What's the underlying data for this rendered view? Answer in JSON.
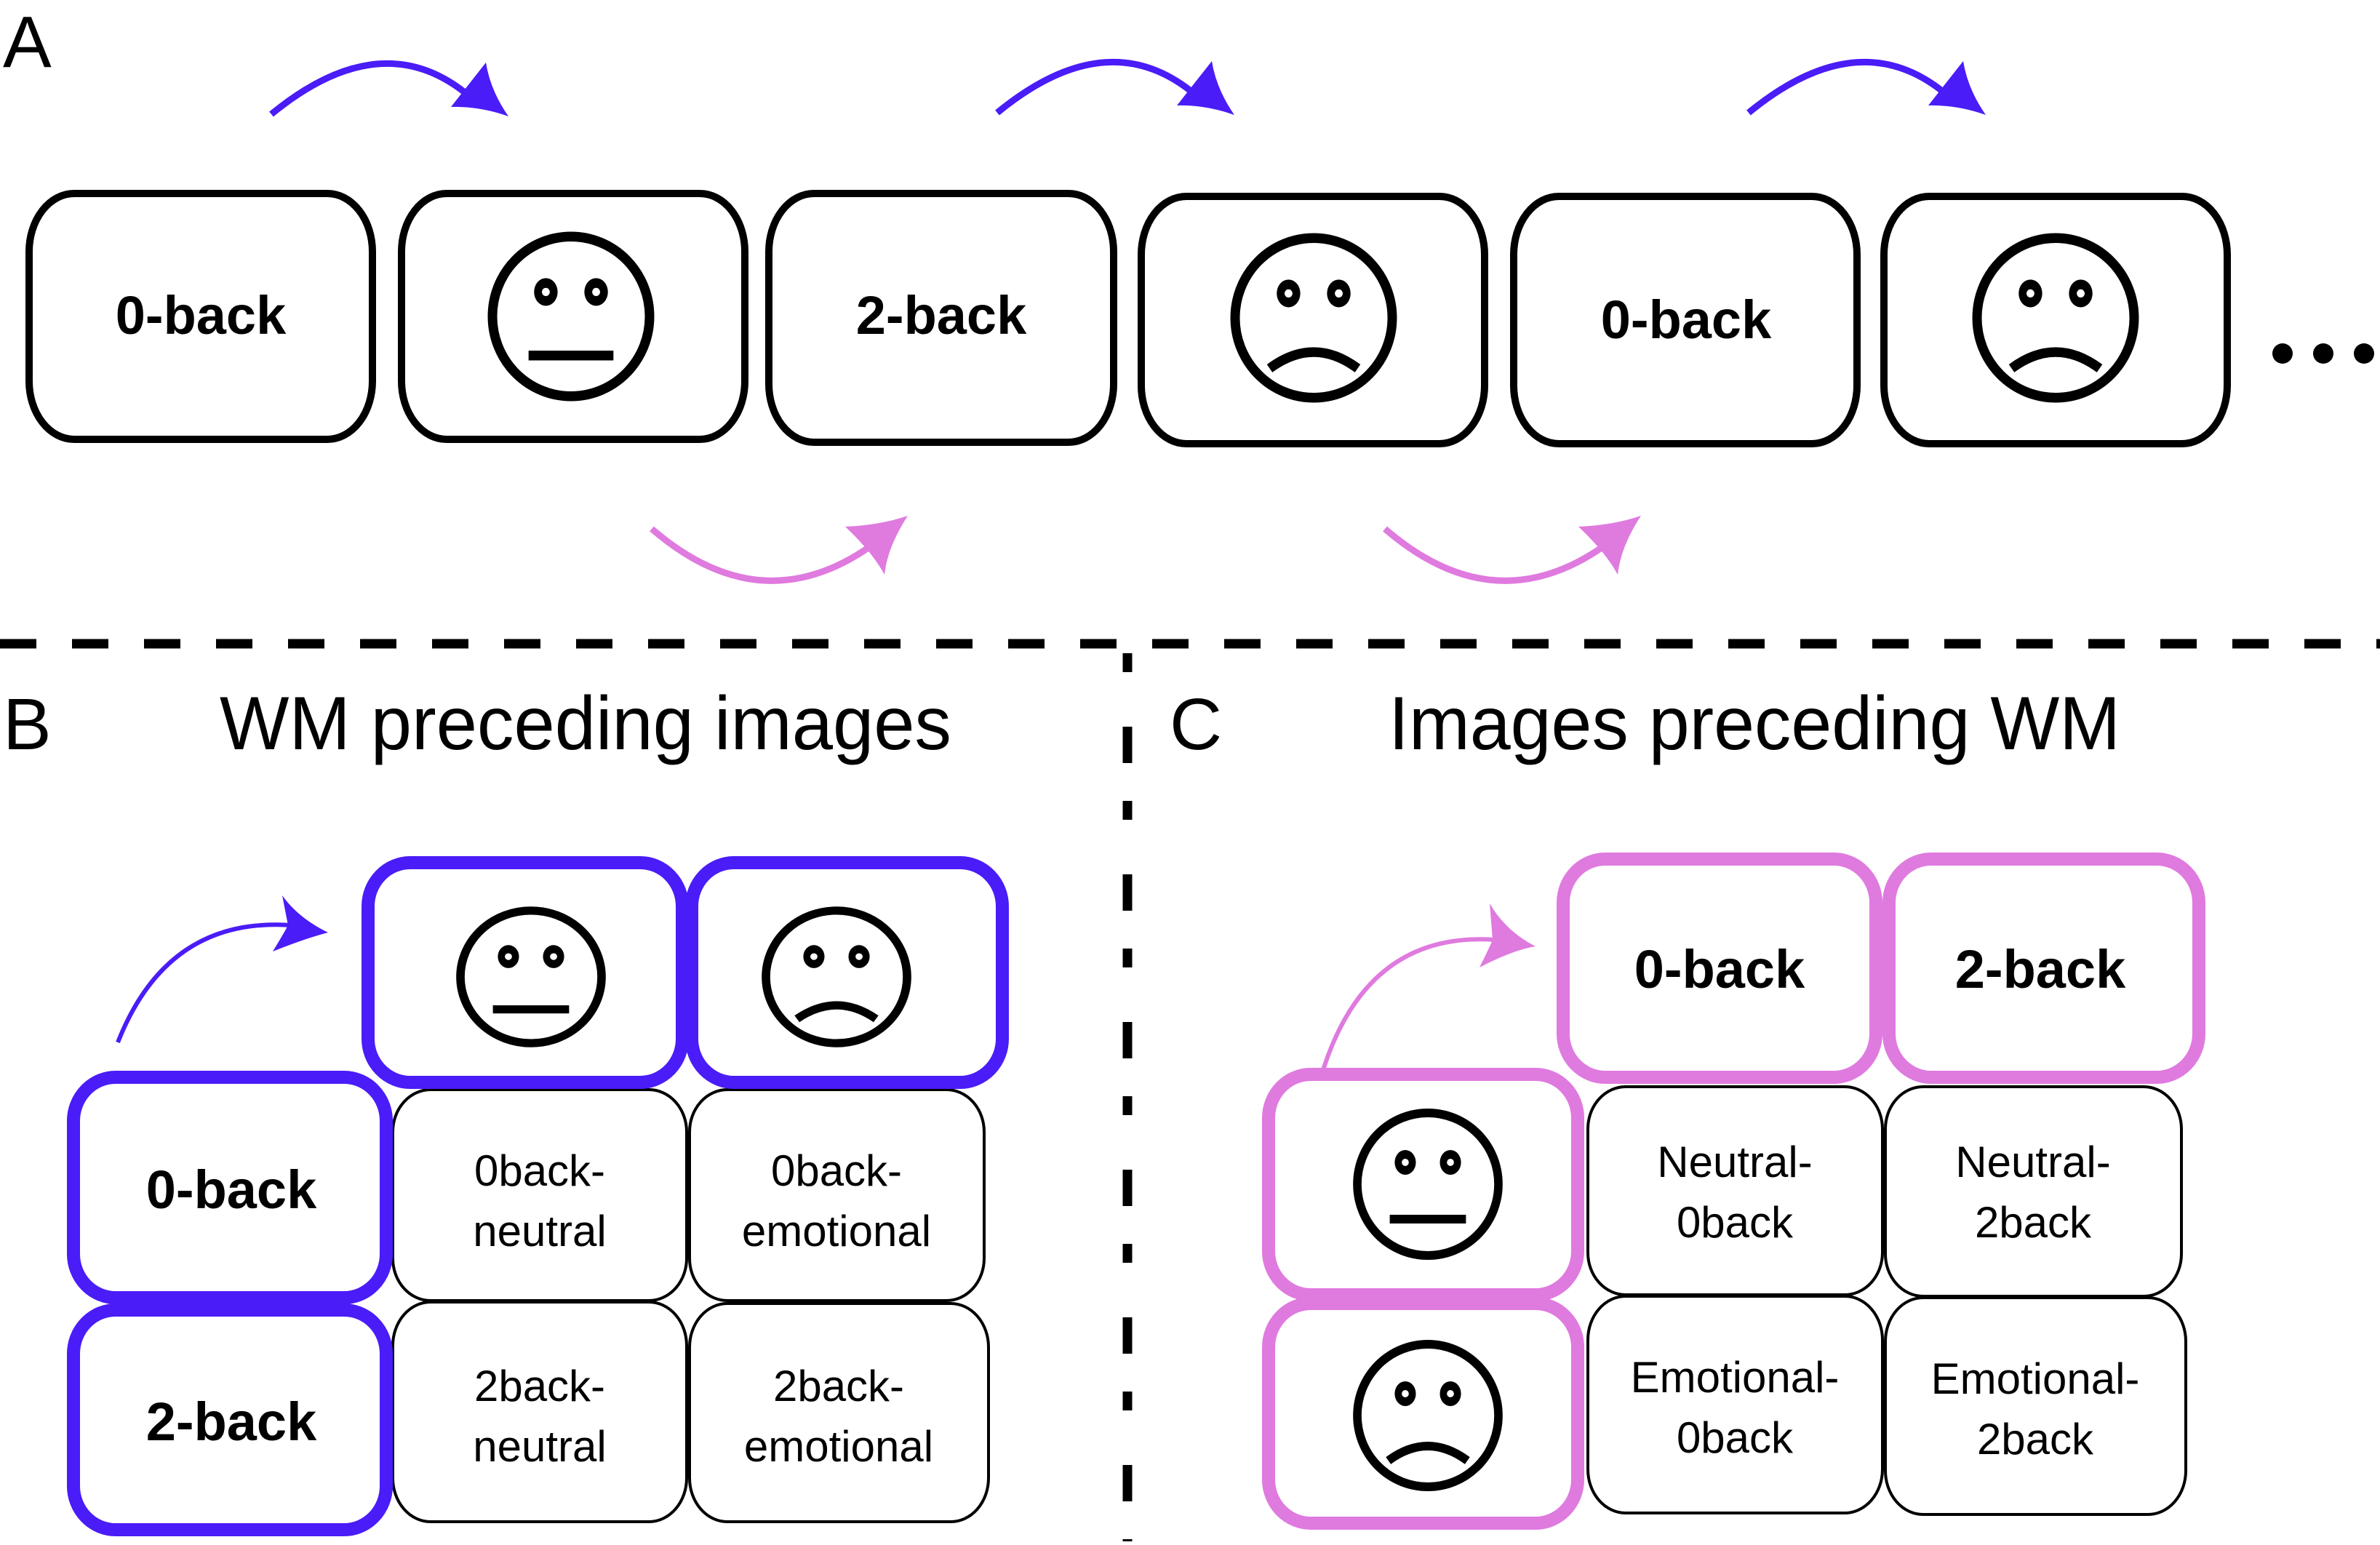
{
  "figure": {
    "colors": {
      "wm_preceding": "#4A1CF7",
      "images_preceding": "#DF7ADF",
      "stroke": "#000000",
      "background": "#ffffff"
    }
  },
  "panel_a": {
    "label": "A",
    "sequence": [
      {
        "type": "text",
        "text": "0-back"
      },
      {
        "type": "face",
        "expression": "neutral",
        "icon": "neutral-face-icon"
      },
      {
        "type": "text",
        "text": "2-back"
      },
      {
        "type": "face",
        "expression": "sad",
        "icon": "sad-face-icon"
      },
      {
        "type": "text",
        "text": "0-back"
      },
      {
        "type": "face",
        "expression": "sad",
        "icon": "sad-face-icon"
      }
    ],
    "ellipsis": "…",
    "arrows_top": {
      "color_role": "wm_preceding",
      "count": 3,
      "meaning": "WM block precedes image block"
    },
    "arrows_bottom": {
      "color_role": "images_preceding",
      "count": 2,
      "meaning": "Image block precedes WM block"
    }
  },
  "panel_b": {
    "label": "B",
    "title": "WM preceding images",
    "column_headers": [
      {
        "type": "face",
        "expression": "neutral",
        "icon": "neutral-face-icon"
      },
      {
        "type": "face",
        "expression": "sad",
        "icon": "sad-face-icon"
      }
    ],
    "row_headers": [
      {
        "text": "0-back"
      },
      {
        "text": "2-back"
      }
    ],
    "cells": [
      [
        {
          "line1": "0back-",
          "line2": "neutral"
        },
        {
          "line1": "0back-",
          "line2": "emotional"
        }
      ],
      [
        {
          "line1": "2back-",
          "line2": "neutral"
        },
        {
          "line1": "2back-",
          "line2": "emotional"
        }
      ]
    ]
  },
  "panel_c": {
    "label": "C",
    "title": "Images preceding WM",
    "column_headers": [
      {
        "text": "0-back"
      },
      {
        "text": "2-back"
      }
    ],
    "row_headers": [
      {
        "type": "face",
        "expression": "neutral",
        "icon": "neutral-face-icon"
      },
      {
        "type": "face",
        "expression": "sad",
        "icon": "sad-face-icon"
      }
    ],
    "cells": [
      [
        {
          "line1": "Neutral-",
          "line2": "0back"
        },
        {
          "line1": "Neutral-",
          "line2": "2back"
        }
      ],
      [
        {
          "line1": "Emotional-",
          "line2": "0back"
        },
        {
          "line1": "Emotional-",
          "line2": "2back"
        }
      ]
    ]
  }
}
